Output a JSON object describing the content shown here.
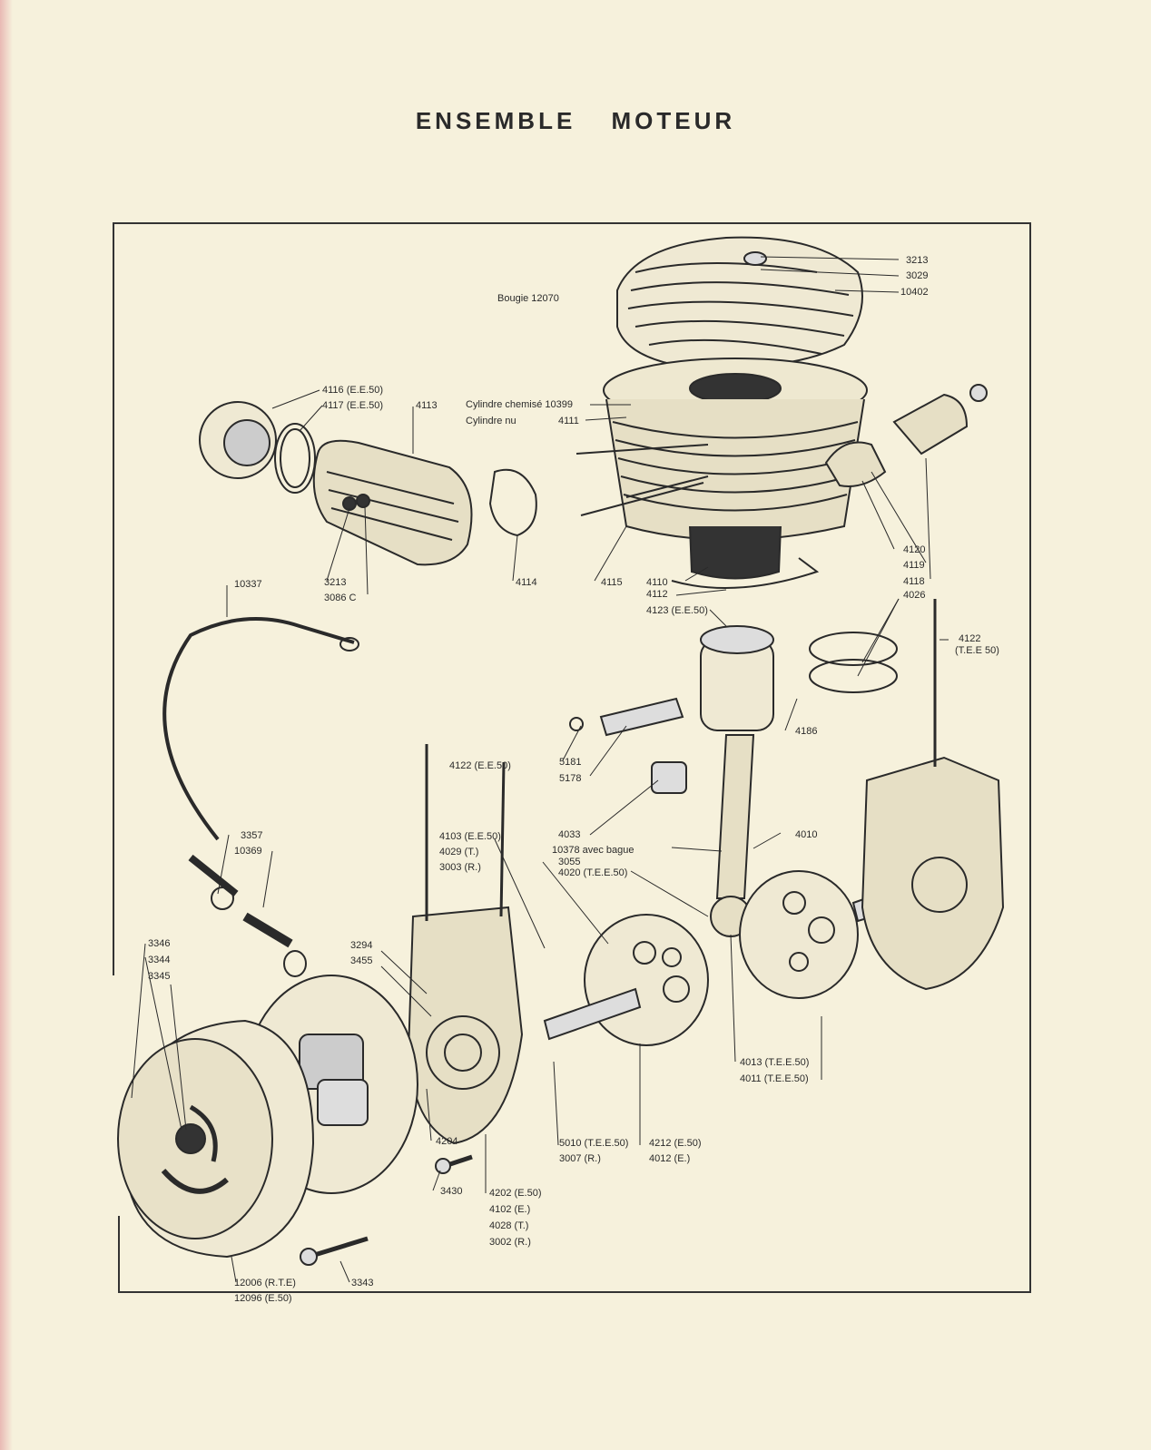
{
  "title": "ENSEMBLE MOTEUR",
  "labels": {
    "l3213a": "3213",
    "l3029": "3029",
    "l10402": "10402",
    "bougie": "Bougie 12070",
    "l4116": "4116 (E.E.50)",
    "l4117": "4117 (E.E.50)",
    "l4113": "4113",
    "cyl_chemise": "Cylindre chemisé 10399",
    "cyl_nu": "Cylindre nu",
    "l4111": "4111",
    "l3213b": "3213",
    "l3086": "3086 C",
    "l4114": "4114",
    "l4115": "4115",
    "l4110": "4110",
    "l4112": "4112",
    "l4120": "4120",
    "l4119": "4119",
    "l4118": "4118",
    "l4026": "4026",
    "l10337": "10337",
    "l4123": "4123 (E.E.50)",
    "l4122a": "4122",
    "l4122a_sub": "(T.E.E 50)",
    "l4186": "4186",
    "l5181": "5181",
    "l5178": "5178",
    "l4122b": "4122 (E.E.50)",
    "l4033": "4033",
    "l10378": "10378 avec bague",
    "l3055": "3055",
    "l4020": "4020 (T.E.E.50)",
    "l4010": "4010",
    "l3357": "3357",
    "l10369": "10369",
    "l4103": "4103 (E.E.50)",
    "l4029": "4029 (T.)",
    "l3003": "3003 (R.)",
    "l3346": "3346",
    "l3344": "3344",
    "l3345": "3345",
    "l3294": "3294",
    "l3455": "3455",
    "l4013": "4013 (T.E.E.50)",
    "l4011": "4011 (T.E.E.50)",
    "l4204": "4204",
    "l5010": "5010 (T.E.E.50)",
    "l3007": "3007 (R.)",
    "l4212": "4212 (E.50)",
    "l4012": "4012 (E.)",
    "l3430": "3430",
    "l4202": "4202 (E.50)",
    "l4102": "4102 (E.)",
    "l4028": "4028 (T.)",
    "l3002": "3002 (R.)",
    "l12006": "12006 (R.T.E)",
    "l12096": "12096 (E.50)",
    "l3343": "3343"
  }
}
